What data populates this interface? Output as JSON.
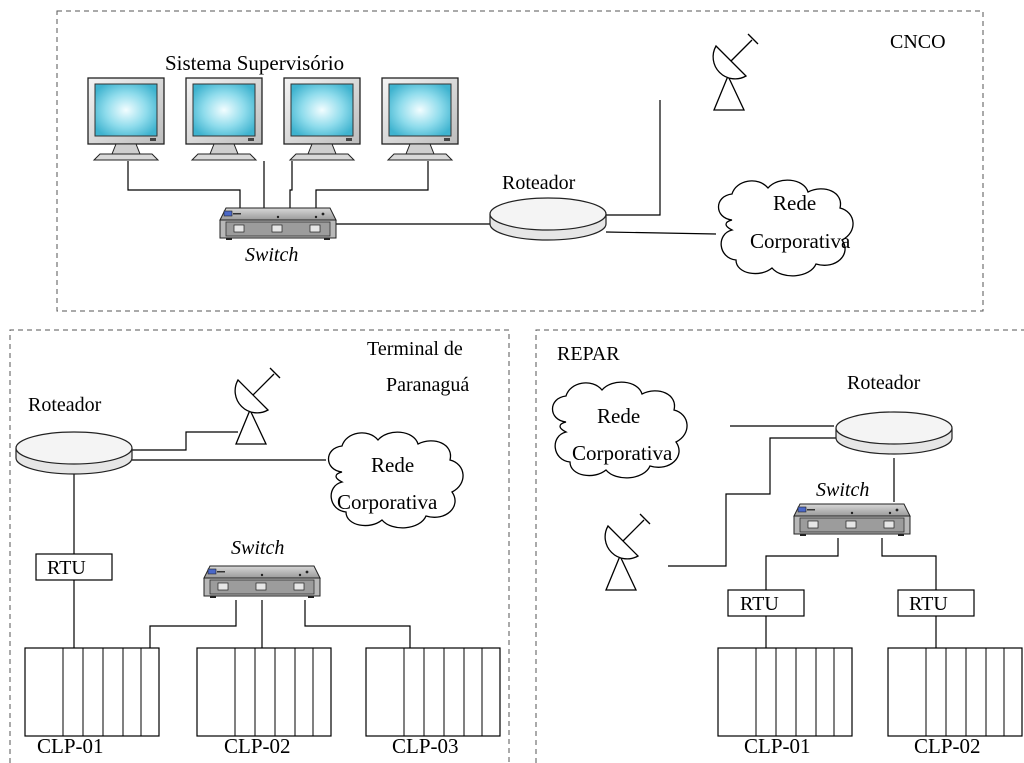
{
  "zones": {
    "cnco": {
      "label": "CNCO"
    },
    "terminal": {
      "label_line1": "Terminal de",
      "label_line2": "Paranaguá"
    },
    "repar": {
      "label": "REPAR"
    }
  },
  "cnco": {
    "supervisory_label": "Sistema Supervisório",
    "switch_label": "Switch",
    "router_label": "Roteador",
    "cloud_line1": "Rede",
    "cloud_line2": "Corporativa"
  },
  "terminal": {
    "router_label": "Roteador",
    "cloud_line1": "Rede",
    "cloud_line2": "Corporativa",
    "rtu_label": "RTU",
    "switch_label": "Switch",
    "plc_labels": [
      "CLP-01",
      "CLP-02",
      "CLP-03"
    ]
  },
  "repar": {
    "router_label": "Roteador",
    "cloud_line1": "Rede",
    "cloud_line2": "Corporativa",
    "switch_label": "Switch",
    "rtu_labels": [
      "RTU",
      "RTU"
    ],
    "plc_labels": [
      "CLP-01",
      "CLP-02"
    ]
  },
  "colors": {
    "monitor_screen": "#5fc6dd",
    "monitor_glow": "#e8fbff",
    "switch_body": "#8a8a8a"
  }
}
